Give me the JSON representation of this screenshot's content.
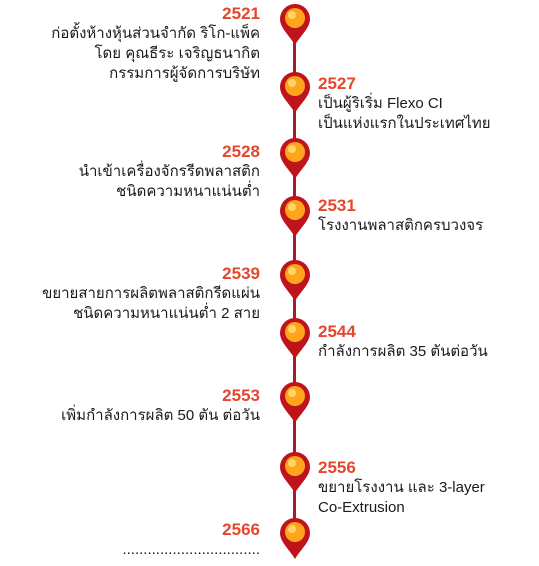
{
  "colors": {
    "accent": "#e5472d",
    "line": "#a61d24",
    "pin_outer": "#c0141d",
    "pin_inner": "#ffa51c"
  },
  "milestones": [
    {
      "year": "2521",
      "side": "left",
      "text": "ก่อตั้งห้างหุ้นส่วนจำกัด ริโก-แพ็ค\nโดย คุณธีระ เจริญธนากิต\nกรรมการผู้จัดการบริษัท"
    },
    {
      "year": "2527",
      "side": "right",
      "text": "เป็นผู้ริเริ่ม Flexo CI\nเป็นแห่งแรกในประเทศไทย"
    },
    {
      "year": "2528",
      "side": "left",
      "text": "นำเข้าเครื่องจักรรีดพลาสติก\nชนิดความหนาแน่นต่ำ"
    },
    {
      "year": "2531",
      "side": "right",
      "text": "โรงงานพลาสติกครบวงจร"
    },
    {
      "year": "2539",
      "side": "left",
      "text": "ขยายสายการผลิตพลาสติกรีดแผ่น\nชนิดความหนาแน่นต่ำ 2 สาย"
    },
    {
      "year": "2544",
      "side": "right",
      "text": "กำลังการผลิต 35 ตันต่อวัน"
    },
    {
      "year": "2553",
      "side": "left",
      "text": "เพิ่มกำลังการผลิต 50 ตัน ต่อวัน"
    },
    {
      "year": "2556",
      "side": "right",
      "text": "ขยายโรงงาน และ 3-layer\nCo-Extrusion"
    },
    {
      "year": "2566",
      "side": "left",
      "text": "................................."
    }
  ]
}
